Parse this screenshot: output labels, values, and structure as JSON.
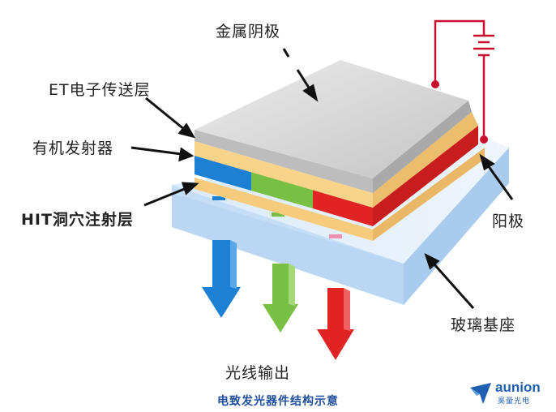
{
  "diagram": {
    "labels": {
      "cathode": "金属阴极",
      "etl": "ET电子传送层",
      "emitter": "有机发射器",
      "htl": "HIT洞穴注射层",
      "anode": "阳极",
      "substrate": "玻璃基座",
      "light_output": "光线输出"
    },
    "caption": "电致发光器件结构示意",
    "colors": {
      "glass": "#cfe3f7",
      "yellow_layer": "#f8d38a",
      "cathode": "#d6d6d6",
      "emitter_blue": "#1c80d4",
      "emitter_green": "#78c043",
      "emitter_red": "#e02424",
      "wire": "#c8102e",
      "caption": "#1f4f9a"
    }
  },
  "logo": {
    "name": "aunion",
    "sub": "昊量光电"
  }
}
